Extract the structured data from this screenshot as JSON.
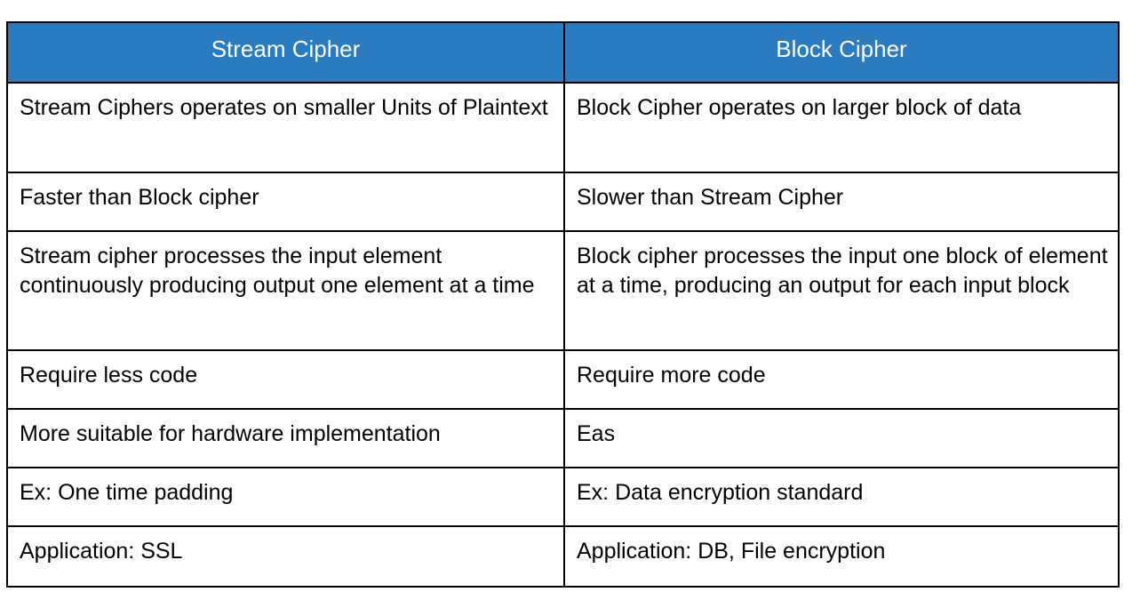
{
  "table": {
    "headers": [
      {
        "label": "Stream Cipher"
      },
      {
        "label": "Block Cipher"
      }
    ],
    "header_bg_color": "#2a7bc0",
    "header_text_color": "#ffffff",
    "border_color": "#000000",
    "body_text_color": "#000000",
    "rows": [
      {
        "left": "Stream Ciphers operates on smaller Units of Plaintext",
        "right": "Block Cipher operates on larger block of data"
      },
      {
        "left": "Faster than Block cipher",
        "right": "Slower than Stream Cipher"
      },
      {
        "left": "Stream cipher processes the input element continuously producing output one element at a time",
        "right": "Block cipher processes the input one block of element at a time, producing an output for each input block"
      },
      {
        "left": "Require less code",
        "right": "Require more code"
      },
      {
        "left": "More suitable for hardware implementation",
        "right": "Eas"
      },
      {
        "left": "Ex: One time padding",
        "right": "Ex: Data encryption standard"
      },
      {
        "left": "Application: SSL",
        "right": "Application: DB, File encryption"
      }
    ]
  }
}
